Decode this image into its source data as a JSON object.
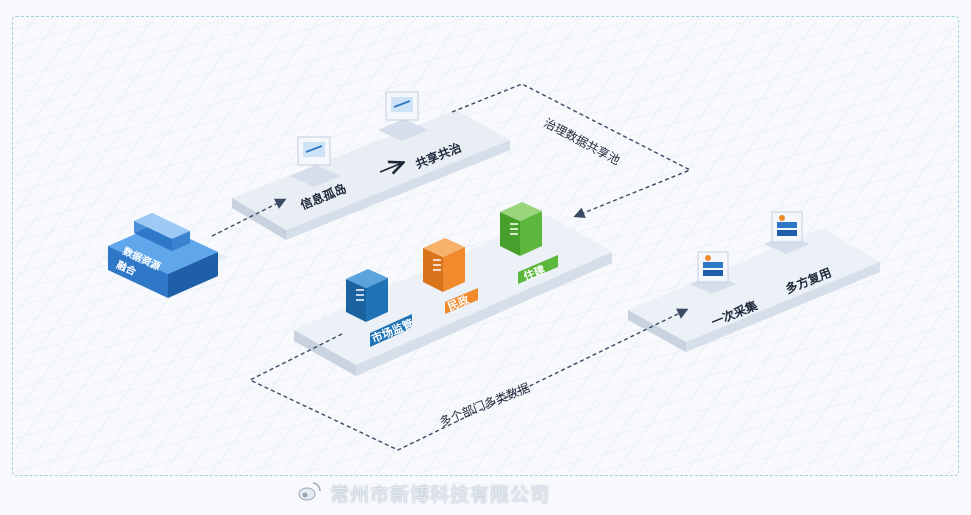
{
  "diagram": {
    "nodes": {
      "data_fusion": "数据资源\n融合",
      "info_island": "信息孤岛",
      "share_govern": "共享共治",
      "market": "市场监管",
      "civil": "民政",
      "housing": "住建",
      "collect_once": "一次采集",
      "multi_reuse": "多方复用"
    },
    "edges": {
      "pool": "治理数据共享池",
      "multi_dept": "多个部门多类数据"
    }
  },
  "watermark": "常州市新博科技有限公司",
  "colors": {
    "market": "#1f73b7",
    "civil": "#f08a2c",
    "housing": "#5cb83c",
    "fusion": "#3f8edc",
    "edge": "#3b4a63"
  }
}
